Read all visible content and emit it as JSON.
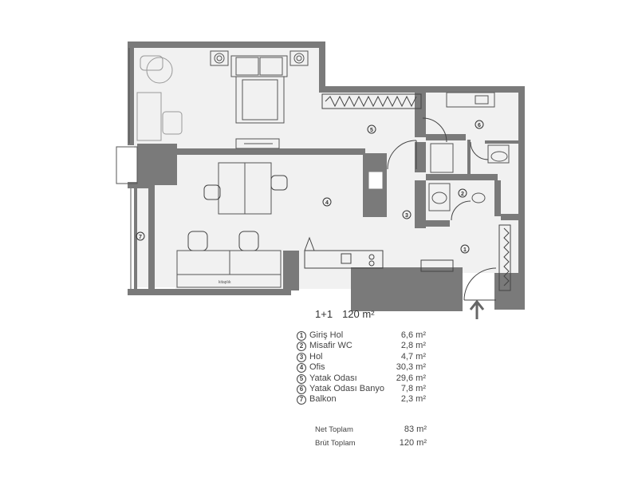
{
  "unit": {
    "type": "1+1",
    "area": "120 m²"
  },
  "rooms": [
    {
      "num": "1",
      "name": "Giriş Hol",
      "area": "6,6 m²"
    },
    {
      "num": "2",
      "name": "Misafir WC",
      "area": "2,8 m²"
    },
    {
      "num": "3",
      "name": "Hol",
      "area": "4,7 m²"
    },
    {
      "num": "4",
      "name": "Ofis",
      "area": "30,3 m²"
    },
    {
      "num": "5",
      "name": "Yatak Odası",
      "area": "29,6 m²"
    },
    {
      "num": "6",
      "name": "Yatak Odası Banyo",
      "area": "7,8 m²"
    },
    {
      "num": "7",
      "name": "Balkon",
      "area": "2,3 m²"
    }
  ],
  "totals": {
    "net_label": "Net Toplam",
    "net_value": "83 m²",
    "gross_label": "Brüt Toplam",
    "gross_value": "120 m²"
  },
  "plan_labels": {
    "kitaplik": "kitaplık"
  },
  "colors": {
    "wall": "#7a7a7a",
    "floor": "#f1f1f1",
    "furniture": "#555555"
  }
}
